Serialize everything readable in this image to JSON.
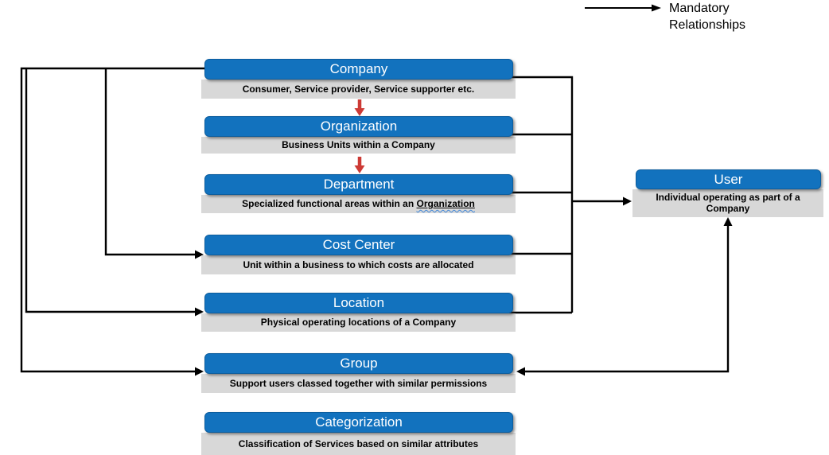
{
  "legend": {
    "label": "Mandatory Relationships"
  },
  "colors": {
    "header_blue": "#1272BE",
    "bar_gray": "#D8D8D8",
    "arrow_red": "#CD3A35",
    "line_black": "#000000"
  },
  "entities": [
    {
      "id": "company",
      "title": "Company",
      "description": "Consumer, Service provider, Service supporter etc."
    },
    {
      "id": "organization",
      "title": "Organization",
      "description": "Business Units within a Company"
    },
    {
      "id": "department",
      "title": "Department",
      "description_before": "Specialized functional areas within an ",
      "description_underlined": "Organization"
    },
    {
      "id": "cost-center",
      "title": "Cost Center",
      "description": "Unit within a business to which costs are allocated"
    },
    {
      "id": "location",
      "title": "Location",
      "description": "Physical operating locations of a Company"
    },
    {
      "id": "group",
      "title": "Group",
      "description": "Support users classed together with similar permissions"
    },
    {
      "id": "categorization",
      "title": "Categorization",
      "description": "Classification of Services based on similar attributes"
    },
    {
      "id": "user",
      "title": "User",
      "description": "Individual operating as part of a Company"
    }
  ],
  "relationships": [
    {
      "from": "Company",
      "to": "Organization",
      "style": "red-arrow"
    },
    {
      "from": "Organization",
      "to": "Department",
      "style": "red-arrow"
    },
    {
      "from": "Company",
      "to": "Cost Center",
      "style": "black-arrow"
    },
    {
      "from": "Company",
      "to": "Location",
      "style": "black-arrow"
    },
    {
      "from": "Company",
      "to": "Group",
      "style": "black-arrow"
    },
    {
      "from": "Company, Organization, Department, Cost Center, Location",
      "to": "User",
      "style": "black-arrow"
    },
    {
      "from": "Group",
      "to": "User",
      "style": "black-arrow",
      "bidirectional": true
    }
  ]
}
